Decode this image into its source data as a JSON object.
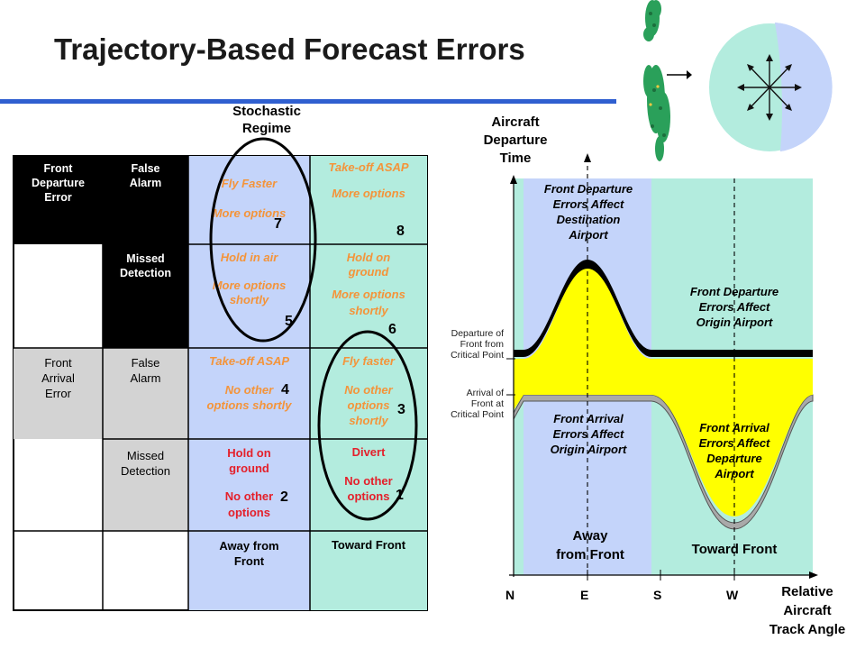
{
  "title": "Trajectory-Based Forecast Errors",
  "stochastic_label": "Stochastic\nRegime",
  "table": {
    "row_headers": {
      "front_departure_error": "Front\nDeparture\nError",
      "front_arrival_error": "Front\nArrival\nError"
    },
    "sub_headers": {
      "false_alarm_1": "False\nAlarm",
      "missed_detection_1": "Missed\nDetection",
      "false_alarm_2": "False\nAlarm",
      "missed_detection_2": "Missed\nDetection"
    },
    "cells": {
      "r1_away": {
        "line1": "Fly Faster",
        "line2": "More options",
        "num": "7"
      },
      "r1_toward": {
        "line1": "Take-off ASAP",
        "line2": "More options",
        "num": "8"
      },
      "r2_away": {
        "line1": "Hold in air",
        "line2": "More options\nshortly",
        "num": "5"
      },
      "r2_toward": {
        "line1": "Hold on\nground",
        "line2": "More options\nshortly",
        "num": "6"
      },
      "r3_away": {
        "line1": "Take-off ASAP",
        "line2": "No other\noptions shortly",
        "num": "4"
      },
      "r3_toward": {
        "line1": "Fly faster",
        "line2": "No other\noptions\nshortly",
        "num": "3"
      },
      "r4_away": {
        "line1": "Hold on\nground",
        "line2": "No other\noptions",
        "num": "2"
      },
      "r4_toward": {
        "line1": "Divert",
        "line2": "No other\noptions",
        "num": "1"
      }
    },
    "footer": {
      "away": "Away from\nFront",
      "toward": "Toward Front"
    }
  },
  "chart": {
    "ylabel": "Aircraft\nDeparture\nTime",
    "xlabel": "Relative\nAircraft\nTrack Angle",
    "x_ticks": [
      "N",
      "E",
      "S",
      "W"
    ],
    "annot_departure": "Departure of\nFront from\nCritical Point",
    "annot_arrival": "Arrival of\nFront at\nCritical Point",
    "regions": {
      "dep_dest": "Front Departure\nErrors Affect\nDestination\nAirport",
      "dep_origin": "Front Departure\nErrors Affect\nOrigin Airport",
      "arr_origin": "Front Arrival\nErrors Affect\nOrigin Airport",
      "arr_dest": "Front Arrival\nErrors Affect\nDeparture\nAirport"
    },
    "away_label": "Away\nfrom Front",
    "toward_label": "Toward Front"
  },
  "colors": {
    "away_bg": "#c4d4fa",
    "toward_bg": "#b3ecde",
    "curve_fill": "#ffff00",
    "header_black": "#000000",
    "header_gray": "#d3d3d3",
    "accent_blue": "#2f5fd0",
    "orange_text": "#f4943a",
    "red_text": "#e4202b",
    "storm_green": "#2aa05a"
  },
  "icons": [
    "storm-cell-icon",
    "compass-disc-icon",
    "track-arrow-icon"
  ]
}
